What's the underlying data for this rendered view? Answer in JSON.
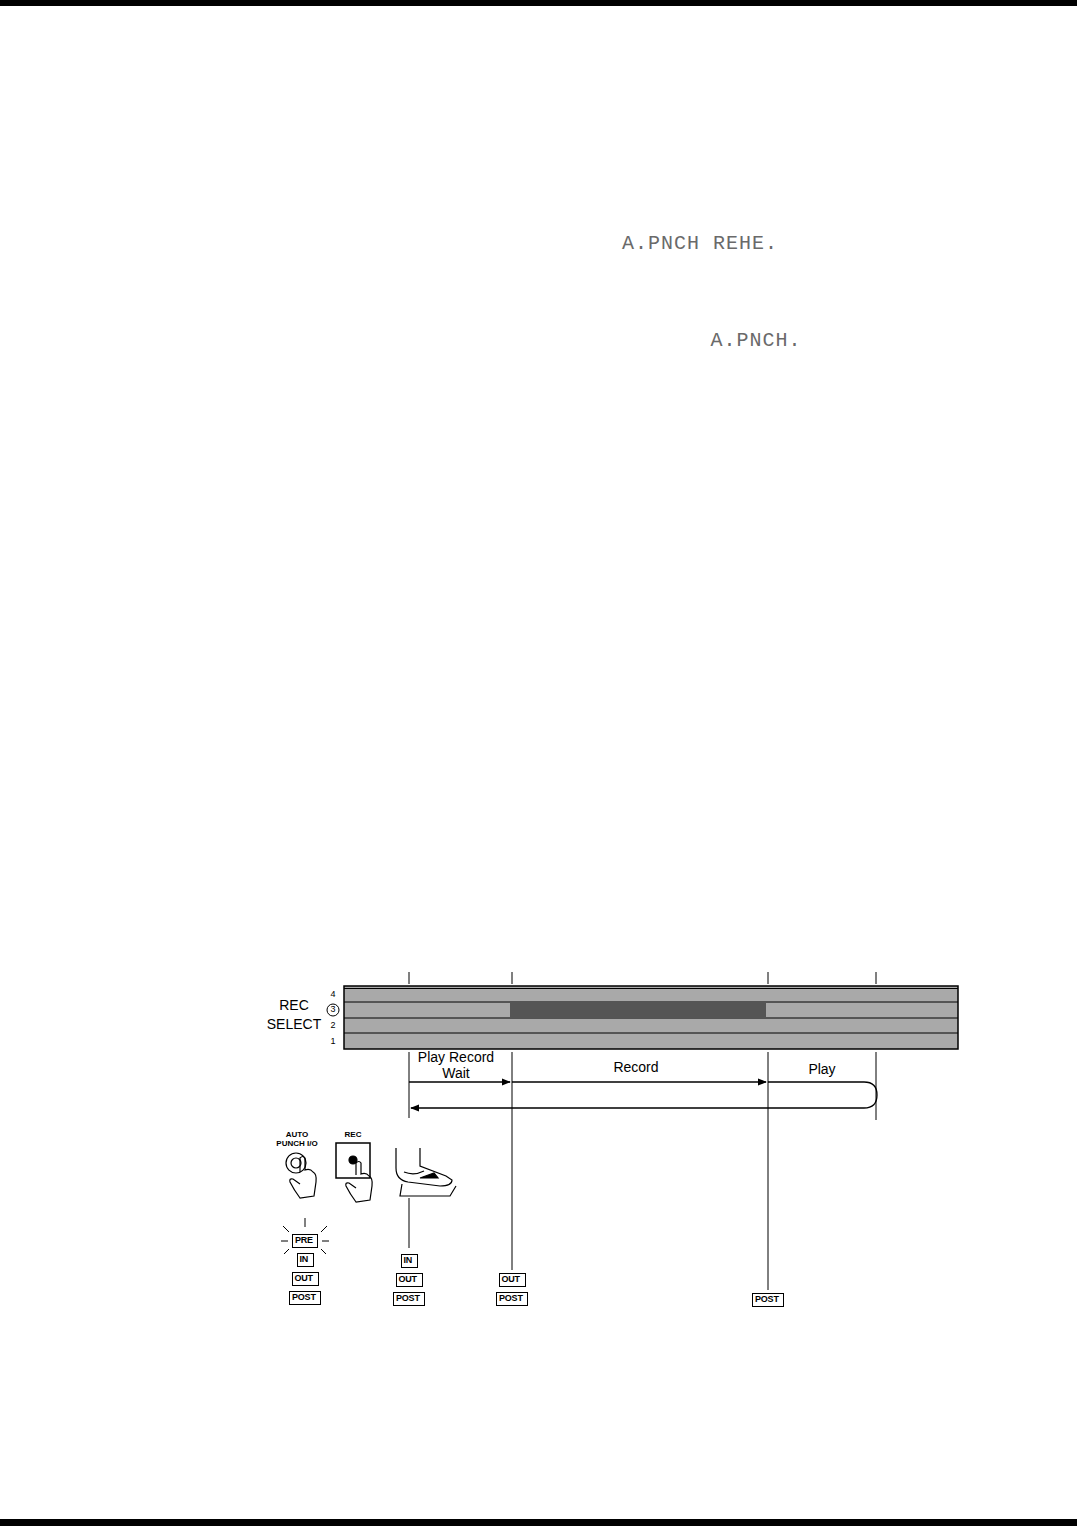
{
  "diagram": {
    "nodes": [
      {
        "text": [
          "PRE"
        ]
      },
      {
        "text": [
          "IN"
        ]
      },
      {
        "text": [
          "OUT"
        ]
      },
      {
        "text": [
          "POST"
        ]
      },
      {
        "text": [
          "IN"
        ]
      },
      {
        "text": [
          "OUT"
        ]
      },
      {
        "text": [
          "POST"
        ]
      },
      {
        "text": [
          "OUT"
        ]
      },
      {
        "text": [
          "POST"
        ]
      },
      {
        "text": [
          "POST"
        ]
      }
    ],
    "labels": [
      "A.PNCH REHE.",
      "A.PNCH.",
      "REC SELECT",
      "4",
      "3",
      "2",
      "1",
      "Play Record Wait",
      "Record",
      "Play",
      "AUTO PUNCH I/O",
      "REC"
    ]
  }
}
